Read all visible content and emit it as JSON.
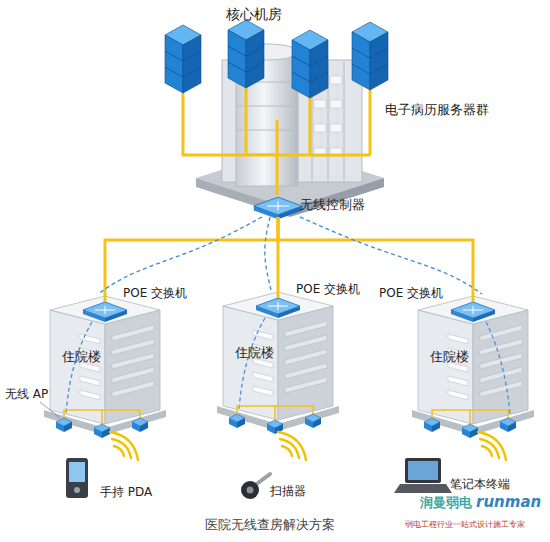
{
  "diagram": {
    "caption": "医院无线查房解决方案",
    "nodes": [
      {
        "text": [
          "核心机房"
        ]
      },
      {
        "text": [
          "电子病历服务器群"
        ]
      },
      {
        "text": [
          "无线控制器"
        ]
      },
      {
        "text": [
          "住院楼"
        ]
      },
      {
        "text": [
          "POE 交换机"
        ],
        "in": 3
      },
      {
        "text": [
          "住院楼"
        ]
      },
      {
        "text": [
          "POE 交换机"
        ],
        "in": 5
      },
      {
        "text": [
          "住院楼"
        ]
      },
      {
        "text": [
          "POE 交换机"
        ],
        "in": 7
      },
      {
        "text": [
          "手持 PDA"
        ]
      },
      {
        "text": [
          "扫描器"
        ]
      },
      {
        "text": [
          "笔记本终端"
        ]
      }
    ],
    "edges": [
      {
        "from": 1,
        "to": 2,
        "arrow": "none"
      },
      {
        "from": 2,
        "to": 4,
        "arrow": "none"
      },
      {
        "from": 2,
        "to": 6,
        "arrow": "none"
      },
      {
        "from": 2,
        "to": 8,
        "arrow": "none"
      },
      {
        "from": 2,
        "to": 3,
        "arrow": "none"
      },
      {
        "from": 2,
        "to": 5,
        "arrow": "none"
      },
      {
        "from": 2,
        "to": 7,
        "arrow": "none"
      }
    ],
    "labels": [
      "无线 AP",
      "润曼弱电",
      "runman",
      "弱电工程行业一站式设计施工专家"
    ]
  }
}
